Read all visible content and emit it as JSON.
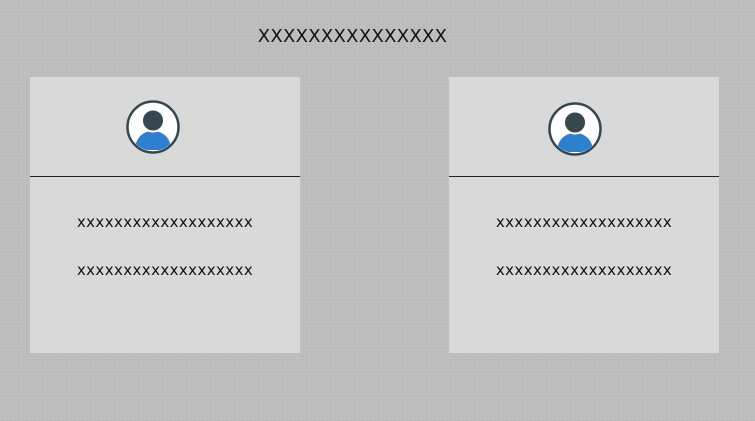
{
  "page": {
    "title": "XXXXXXXXXXXXXXX"
  },
  "cards": [
    {
      "avatar_icon": "user-avatar-icon",
      "lines": [
        "xxxxxxxxxxxxxxxxxxx",
        "xxxxxxxxxxxxxxxxxxx"
      ]
    },
    {
      "avatar_icon": "user-avatar-icon",
      "lines": [
        "xxxxxxxxxxxxxxxxxxx",
        "xxxxxxxxxxxxxxxxxxx"
      ]
    }
  ],
  "colors": {
    "background": "#bdbdbd",
    "card": "#d9d9d9",
    "avatar_head": "#37474f",
    "avatar_body": "#2f7fcf",
    "divider": "#222222"
  }
}
